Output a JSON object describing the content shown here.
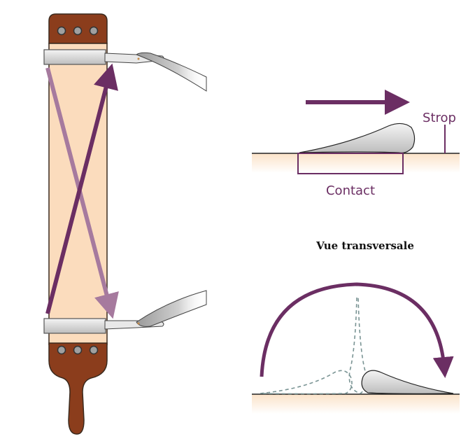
{
  "labels": {
    "strop": "Strop",
    "contact": "Contact",
    "cross_section": "Vue transversale"
  },
  "colors": {
    "leather_light": "#fbdcbd",
    "leather_outline": "#3a2a1e",
    "leather_dark": "#8b3d1c",
    "rivet": "#9a9a9a",
    "accent_purple": "#6b2e63",
    "accent_purple_faded": "#a67a9e",
    "blade_dash": "#7a9494",
    "steel": "#c9c9c9"
  },
  "icons": [
    "strop-diagram",
    "straight-razor-icon",
    "direction-arrow-icon"
  ]
}
